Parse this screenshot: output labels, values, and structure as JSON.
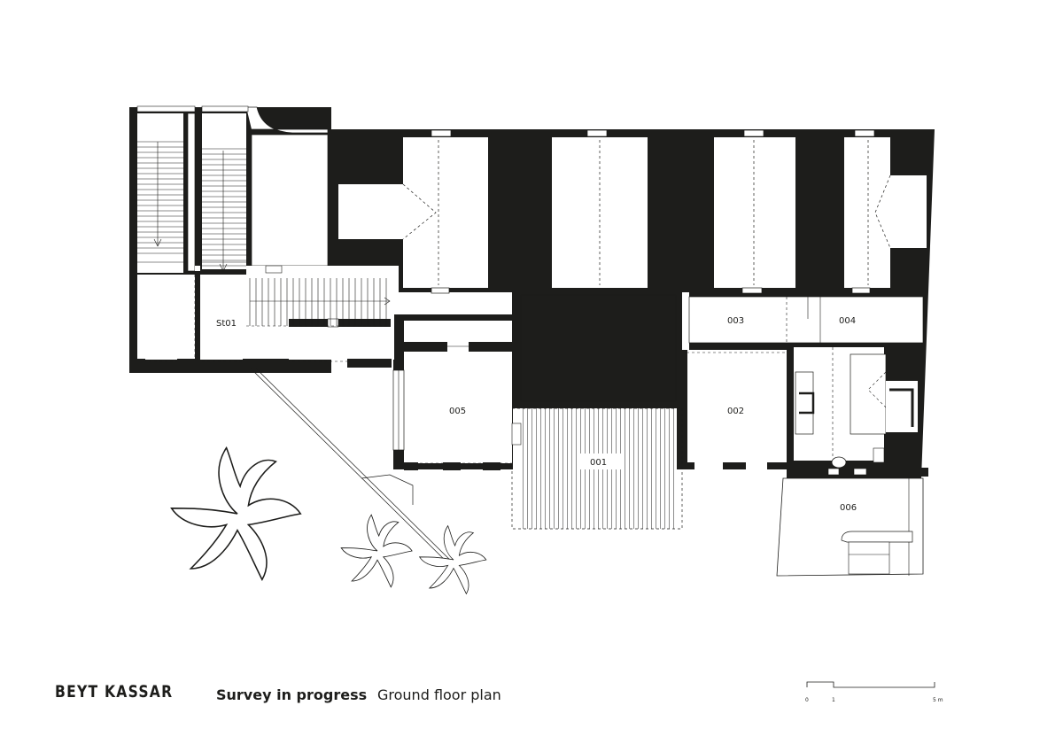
{
  "project": {
    "name": "BEYT KASSAR",
    "status": "Survey in progress",
    "drawing_title": "Ground floor plan"
  },
  "rooms": {
    "st01": "St01",
    "r001": "001",
    "r002": "002",
    "r003": "003",
    "r004": "004",
    "r005": "005",
    "r006": "006"
  },
  "scale_bar": {
    "label_0": "0",
    "label_1": "1",
    "label_5": "5 m"
  },
  "colors": {
    "wall": "#1d1d1b",
    "background": "#ffffff",
    "line": "#1d1d1b"
  }
}
